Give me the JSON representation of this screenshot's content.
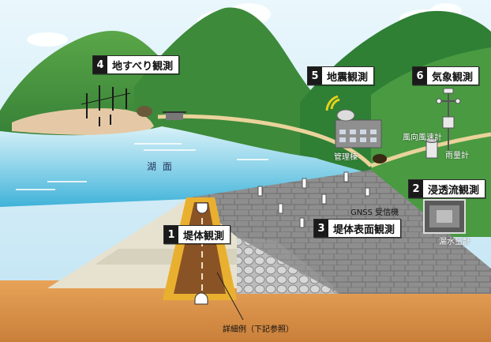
{
  "tags": {
    "t1": {
      "num": "1",
      "label": "堤体観測"
    },
    "t2": {
      "num": "2",
      "label": "浸透流観測"
    },
    "t3": {
      "num": "3",
      "label": "堤体表面観測"
    },
    "t4": {
      "num": "4",
      "label": "地すべり観測"
    },
    "t5": {
      "num": "5",
      "label": "地震観測"
    },
    "t6": {
      "num": "6",
      "label": "気象観測"
    }
  },
  "notes": {
    "lake": "湖 面",
    "admin": "管理棟",
    "wind": "風向風速計",
    "rain": "雨量計",
    "gnss": "GNSS 受信機",
    "leak": "漏水量計",
    "detail": "詳細例（下記参照）"
  },
  "colors": {
    "sky": "#bfe3f3",
    "mountain": "#3f8a3a",
    "lake": "#8ed4ea",
    "soil": "#d9934a",
    "core": "#7a4a1e",
    "label_number_bg": "#1a1a1a"
  },
  "icons": [
    "radar-dish-icon",
    "anemometer-icon",
    "rain-gauge-icon",
    "gnss-receiver-icon"
  ]
}
